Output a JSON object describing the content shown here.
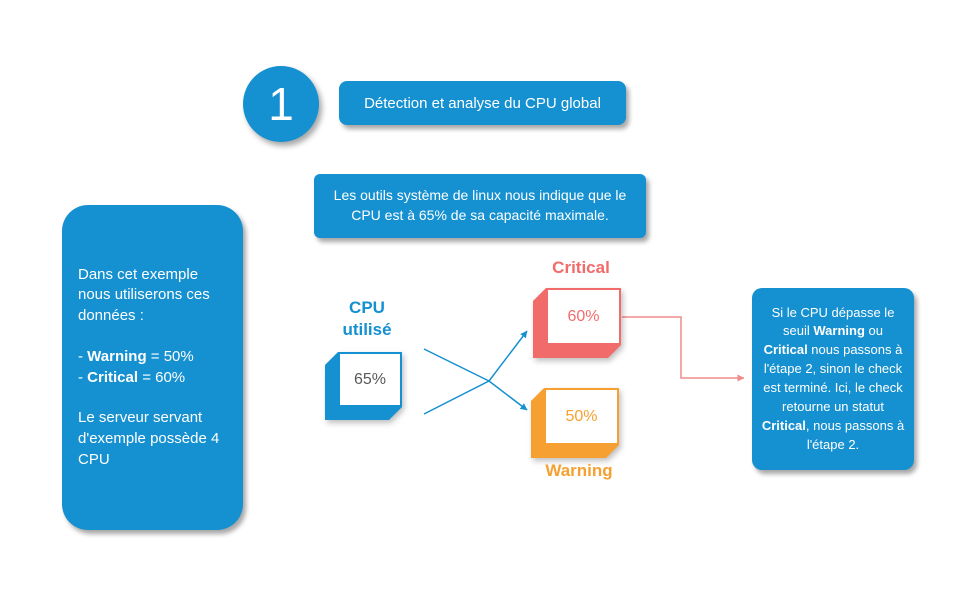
{
  "colors": {
    "blue": "#1590d0",
    "critical_red": "#f26b6b",
    "warning_orange": "#f5a030",
    "connector_red": "#f28b8b"
  },
  "step": {
    "number": "1",
    "title": "Détection et analyse du CPU global"
  },
  "info_box": {
    "text": "Les outils système de linux nous indique que le CPU est à 65% de sa capacité maximale."
  },
  "left_box": {
    "intro": "Dans cet exemple nous utiliserons ces données :",
    "warning": {
      "prefix": "- ",
      "label": "Warning",
      "suffix": " = 50%"
    },
    "critical": {
      "prefix": "- ",
      "label": "Critical",
      "suffix": " = 60%"
    },
    "server": "Le serveur servant d'exemple possède 4 CPU"
  },
  "cpu_node": {
    "label": "CPU utilisé",
    "value": "65%"
  },
  "critical_node": {
    "label": "Critical",
    "value": "60%"
  },
  "warning_node": {
    "label": "Warning",
    "value": "50%"
  },
  "right_box": {
    "segments": [
      {
        "text": "Si le CPU dépasse le seuil ",
        "bold": false
      },
      {
        "text": "Warning",
        "bold": true
      },
      {
        "text": " ou ",
        "bold": false
      },
      {
        "text": "Critical",
        "bold": true
      },
      {
        "text": " nous passons à l'étape 2, sinon le check est terminé. Ici, le check retourne un statut ",
        "bold": false
      },
      {
        "text": "Critical",
        "bold": true
      },
      {
        "text": ", nous passons à l'étape 2.",
        "bold": false
      }
    ]
  }
}
